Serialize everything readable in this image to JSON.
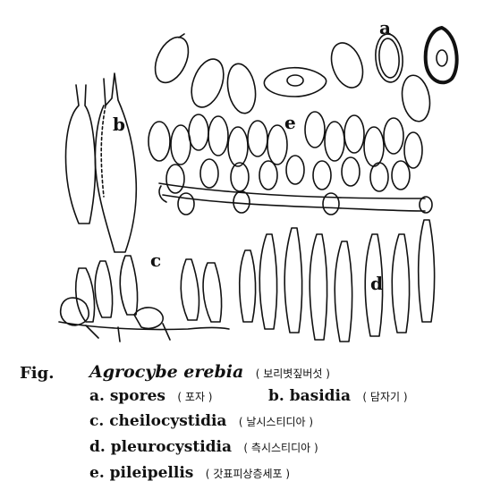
{
  "labels": {
    "a": "a",
    "b": "b",
    "c": "c",
    "d": "d",
    "e": "e"
  },
  "caption": {
    "fig": "Fig.",
    "species": "Agrocybe erebia",
    "species_ko": "( 보리볏짚버섯 )",
    "items": [
      {
        "label": "a. spores",
        "ko": "( 포자 )"
      },
      {
        "label": "b. basidia",
        "ko": "( 담자기 )"
      },
      {
        "label": "c. cheilocystidia",
        "ko": "( 날시스티디아 )"
      },
      {
        "label": "d. pleurocystidia",
        "ko": "( 측시스티디아 )"
      },
      {
        "label": "e. pileipellis",
        "ko": "( 갓표피상층세포 )"
      }
    ]
  },
  "colors": {
    "ink": "#111111",
    "paper": "#ffffff"
  }
}
